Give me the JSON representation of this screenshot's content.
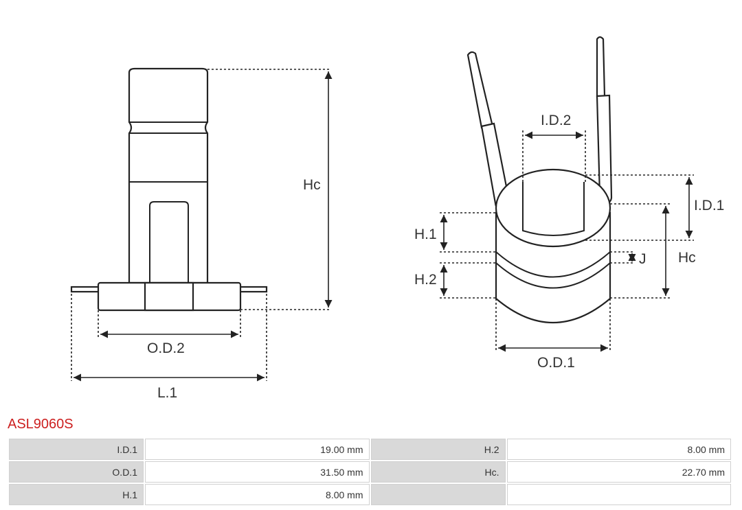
{
  "diagram": {
    "left_labels": {
      "height": "Hc",
      "outer_diameter": "O.D.2",
      "length": "L.1"
    },
    "right_labels": {
      "inner_diameter_2": "I.D.2",
      "inner_diameter_1": "I.D.1",
      "height_1": "H.1",
      "height_2": "H.2",
      "gap": "J",
      "height": "Hc",
      "outer_diameter": "O.D.1"
    }
  },
  "product": {
    "code": "ASL9060S"
  },
  "specs": [
    {
      "label_left": "I.D.1",
      "value_left": "19.00 mm",
      "label_right": "H.2",
      "value_right": "8.00 mm"
    },
    {
      "label_left": "O.D.1",
      "value_left": "31.50 mm",
      "label_right": "Hc.",
      "value_right": "22.70 mm"
    },
    {
      "label_left": "H.1",
      "value_left": "8.00 mm",
      "label_right": "",
      "value_right": ""
    }
  ]
}
